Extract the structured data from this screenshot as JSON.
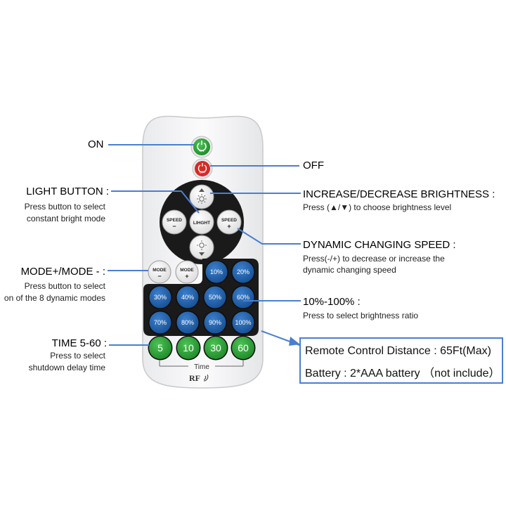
{
  "labels": {
    "on": "ON",
    "off": "OFF",
    "light_button_title": "LIGHT BUTTON :",
    "light_button_desc_1": "Press button to select",
    "light_button_desc_2": "constant bright mode",
    "brightness_title": "INCREASE/DECREASE BRIGHTNESS :",
    "brightness_desc": "Press (▲/▼) to choose brightness level",
    "speed_title": "DYNAMIC CHANGING SPEED :",
    "speed_desc_1": "Press(-/+) to decrease or increase the",
    "speed_desc_2": "dynamic changing speed",
    "mode_title": "MODE+/MODE - :",
    "mode_desc_1": "Press button to select",
    "mode_desc_2": "on of the 8 dynamic modes",
    "percent_title": "10%-100% :",
    "percent_desc": "Press to select brightness ratio",
    "time_title": "TIME 5-60 :",
    "time_desc_1": "Press to select",
    "time_desc_2": "shutdown delay time"
  },
  "info_box": {
    "line1": "Remote Control Distance : 65Ft(Max)",
    "line2": "Battery : 2*AAA battery （not include）"
  },
  "remote": {
    "on_btn": "ON",
    "off_btn": "OFF",
    "light_btn": "LIHGHT",
    "speed_minus_top": "SPEED",
    "speed_minus_sign": "−",
    "speed_plus_top": "SPEED",
    "speed_plus_sign": "+",
    "mode_minus_top": "MODE",
    "mode_minus_sign": "−",
    "mode_plus_top": "MODE",
    "mode_plus_sign": "+",
    "percent_buttons": [
      "10%",
      "20%",
      "30%",
      "40%",
      "50%",
      "60%",
      "70%",
      "80%",
      "90%",
      "100%"
    ],
    "time_buttons": [
      "5",
      "10",
      "30",
      "60"
    ],
    "time_label": "Time",
    "rf_label": "RF"
  },
  "colors": {
    "accent_line": "#4a7fd0",
    "percent_button": "#1f5fa8",
    "time_button": "#2e9e3a",
    "on_button": "#2e9e3a",
    "off_button": "#d52b25",
    "dark_panel": "#1a1a1a"
  },
  "icons": [
    "power-icon",
    "sun-up-icon",
    "sun-down-icon",
    "rf-signal-icon"
  ]
}
